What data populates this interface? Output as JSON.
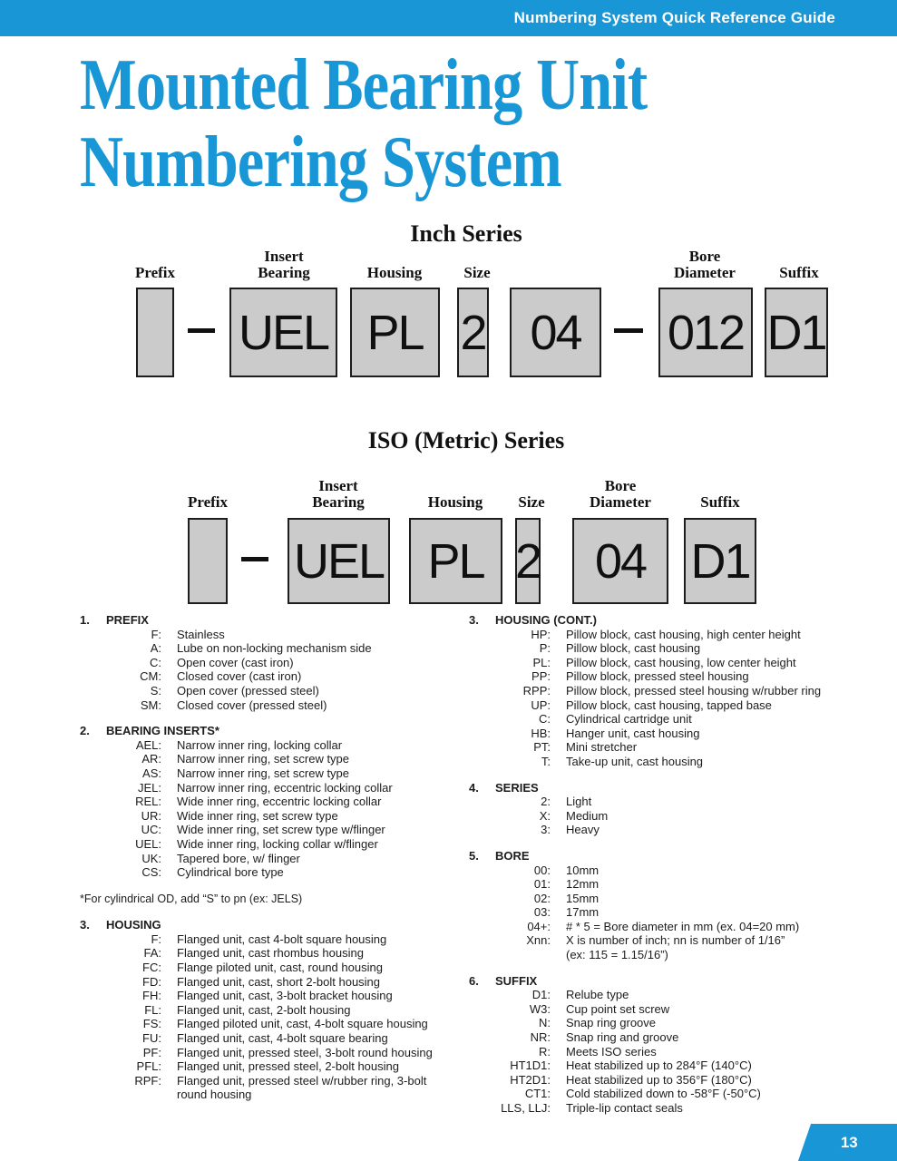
{
  "header": {
    "title": "Numbering System Quick Reference Guide"
  },
  "title": {
    "line1": "Mounted Bearing Unit",
    "line2": "Numbering System"
  },
  "colors": {
    "accent_blue": "#1996d5",
    "box_fill": "#cbcbcb",
    "box_border": "#1d1d1b"
  },
  "inch": {
    "heading": "Inch Series",
    "labels": [
      "Prefix",
      "Insert Bearing",
      "Housing",
      "Size",
      "Bore Diameter",
      "Suffix"
    ],
    "boxes": [
      "",
      "UEL",
      "PL",
      "2",
      "04",
      "012",
      "D1"
    ],
    "separator": "-"
  },
  "iso": {
    "heading": "ISO (Metric) Series",
    "labels": [
      "Prefix",
      "Insert Bearing",
      "Housing",
      "Size",
      "Bore Diameter",
      "Suffix"
    ],
    "boxes": [
      "",
      "UEL",
      "PL",
      "2",
      "04",
      "D1"
    ],
    "separator": "-"
  },
  "lists": {
    "left": [
      {
        "num": "1.",
        "title": "PREFIX",
        "entries": [
          {
            "key": "F:",
            "desc": "Stainless"
          },
          {
            "key": "A:",
            "desc": "Lube on non-locking mechanism side"
          },
          {
            "key": "C:",
            "desc": "Open cover (cast iron)"
          },
          {
            "key": "CM:",
            "desc": "Closed cover (cast iron)"
          },
          {
            "key": "S:",
            "desc": "Open cover (pressed steel)"
          },
          {
            "key": "SM:",
            "desc": "Closed cover (pressed steel)"
          }
        ]
      },
      {
        "num": "2.",
        "title": "BEARING INSERTS*",
        "note": "*For cylindrical OD, add “S” to pn (ex: JELS)",
        "entries": [
          {
            "key": "AEL:",
            "desc": "Narrow inner ring, locking collar"
          },
          {
            "key": "AR:",
            "desc": "Narrow inner ring, set screw type"
          },
          {
            "key": "AS:",
            "desc": "Narrow inner ring, set screw type"
          },
          {
            "key": "JEL:",
            "desc": "Narrow inner ring, eccentric locking collar"
          },
          {
            "key": "REL:",
            "desc": "Wide inner ring, eccentric locking collar"
          },
          {
            "key": "UR:",
            "desc": "Wide inner ring, set screw type"
          },
          {
            "key": "UC:",
            "desc": "Wide inner ring, set screw type w/flinger"
          },
          {
            "key": "UEL:",
            "desc": "Wide inner ring, locking collar w/flinger"
          },
          {
            "key": "UK:",
            "desc": "Tapered bore,  w/ flinger"
          },
          {
            "key": "CS:",
            "desc": "Cylindrical bore type"
          }
        ]
      },
      {
        "num": "3.",
        "title": "HOUSING",
        "entries": [
          {
            "key": "F:",
            "desc": "Flanged unit, cast 4-bolt square housing"
          },
          {
            "key": "FA:",
            "desc": "Flanged unit, cast rhombus housing"
          },
          {
            "key": "FC:",
            "desc": "Flange piloted unit, cast, round housing"
          },
          {
            "key": "FD:",
            "desc": "Flanged unit, cast, short 2-bolt housing"
          },
          {
            "key": "FH:",
            "desc": "Flanged unit, cast, 3-bolt bracket housing"
          },
          {
            "key": "FL:",
            "desc": "Flanged unit, cast, 2-bolt housing"
          },
          {
            "key": "FS:",
            "desc": "Flanged piloted unit, cast, 4-bolt square housing"
          },
          {
            "key": "FU:",
            "desc": "Flanged unit, cast, 4-bolt square bearing"
          },
          {
            "key": "PF:",
            "desc": "Flanged unit, pressed steel, 3-bolt round housing"
          },
          {
            "key": "PFL:",
            "desc": "Flanged unit, pressed steel, 2-bolt housing"
          },
          {
            "key": "RPF:",
            "desc": "Flanged unit, pressed steel w/rubber ring, 3-bolt",
            "desc2": "round housing"
          }
        ]
      }
    ],
    "right": [
      {
        "num": "3.",
        "title": "HOUSING (CONT.)",
        "entries": [
          {
            "key": "HP:",
            "desc": "Pillow block, cast housing, high center height"
          },
          {
            "key": "P:",
            "desc": "Pillow block, cast housing"
          },
          {
            "key": "PL:",
            "desc": "Pillow block, cast housing, low center height"
          },
          {
            "key": "PP:",
            "desc": "Pillow block, pressed steel housing"
          },
          {
            "key": "RPP:",
            "desc": "Pillow block, pressed steel housing w/rubber ring"
          },
          {
            "key": "UP:",
            "desc": "Pillow block, cast housing, tapped base"
          },
          {
            "key": "C:",
            "desc": "Cylindrical cartridge unit"
          },
          {
            "key": "HB:",
            "desc": "Hanger unit, cast housing"
          },
          {
            "key": "PT:",
            "desc": "Mini stretcher"
          },
          {
            "key": "T:",
            "desc": "Take-up unit, cast housing"
          }
        ]
      },
      {
        "num": "4.",
        "title": "SERIES",
        "entries": [
          {
            "key": "2:",
            "desc": "Light"
          },
          {
            "key": "X:",
            "desc": "Medium"
          },
          {
            "key": "3:",
            "desc": "Heavy"
          }
        ]
      },
      {
        "num": "5.",
        "title": "BORE",
        "entries": [
          {
            "key": "00:",
            "desc": "10mm"
          },
          {
            "key": "01:",
            "desc": "12mm"
          },
          {
            "key": "02:",
            "desc": "15mm"
          },
          {
            "key": "03:",
            "desc": "17mm"
          },
          {
            "key": "04+:",
            "desc": "# * 5 = Bore diameter in mm (ex. 04=20 mm)"
          },
          {
            "key": "Xnn:",
            "desc": "X is number of inch; nn is number of 1/16”",
            "desc2": "(ex: 115 = 1.15/16”)"
          }
        ]
      },
      {
        "num": "6.",
        "title": "SUFFIX",
        "entries": [
          {
            "key": "D1:",
            "desc": "Relube type"
          },
          {
            "key": "W3:",
            "desc": "Cup point set screw"
          },
          {
            "key": "N:",
            "desc": "Snap ring groove"
          },
          {
            "key": "NR:",
            "desc": "Snap ring and groove"
          },
          {
            "key": "R:",
            "desc": "Meets ISO series"
          },
          {
            "key": "HT1D1:",
            "desc": "Heat stabilized up to 284°F (140°C)"
          },
          {
            "key": "HT2D1:",
            "desc": "Heat stabilized up to 356°F (180°C)"
          },
          {
            "key": "CT1:",
            "desc": "Cold stabilized down to -58°F (-50°C)"
          },
          {
            "key": "LLS, LLJ:",
            "desc": "Triple-lip contact seals"
          }
        ]
      }
    ]
  },
  "footer": {
    "page_number": "13"
  }
}
